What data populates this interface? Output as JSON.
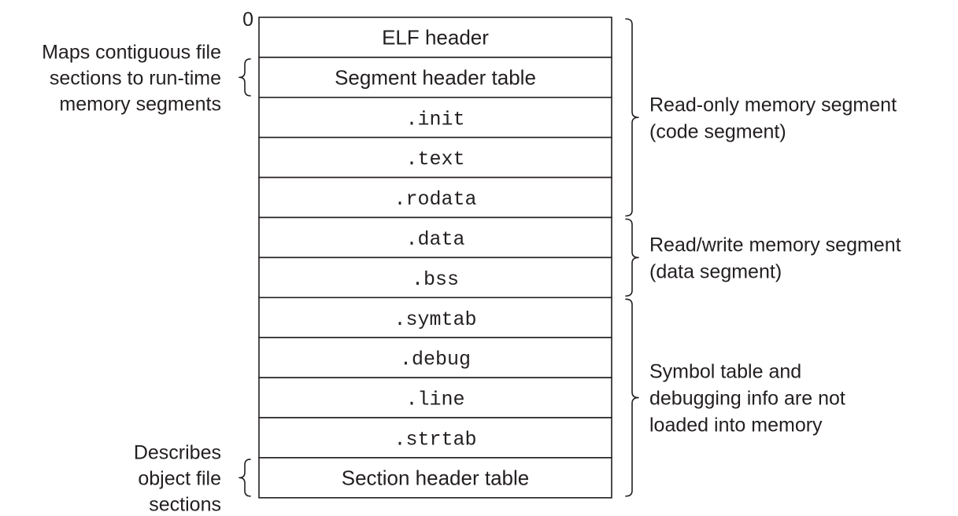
{
  "offset_label": "0",
  "sections": [
    {
      "name": "ELF header",
      "style": "sans"
    },
    {
      "name": "Segment header table",
      "style": "sans"
    },
    {
      "name": ".init",
      "style": "mono"
    },
    {
      "name": ".text",
      "style": "mono"
    },
    {
      "name": ".rodata",
      "style": "mono"
    },
    {
      "name": ".data",
      "style": "mono"
    },
    {
      "name": ".bss",
      "style": "mono"
    },
    {
      "name": ".symtab",
      "style": "mono"
    },
    {
      "name": ".debug",
      "style": "mono"
    },
    {
      "name": ".line",
      "style": "mono"
    },
    {
      "name": ".strtab",
      "style": "mono"
    },
    {
      "name": "Section header table",
      "style": "sans"
    }
  ],
  "left_annotations": [
    {
      "lines": [
        "Maps contiguous file",
        "sections to run-time",
        "memory segments"
      ],
      "target_row": 1
    },
    {
      "lines": [
        "Describes",
        "object file",
        "sections"
      ],
      "target_row": 11
    }
  ],
  "right_annotations": [
    {
      "lines": [
        "Read-only memory segment",
        "(code segment)"
      ],
      "from_row": 0,
      "to_row": 4
    },
    {
      "lines": [
        "Read/write memory segment",
        "(data segment)"
      ],
      "from_row": 5,
      "to_row": 6
    },
    {
      "lines": [
        "Symbol table and",
        "debugging info are not",
        "loaded into memory"
      ],
      "from_row": 7,
      "to_row": 11
    }
  ],
  "colors": {
    "ink": "#231f20",
    "background": "#ffffff"
  }
}
